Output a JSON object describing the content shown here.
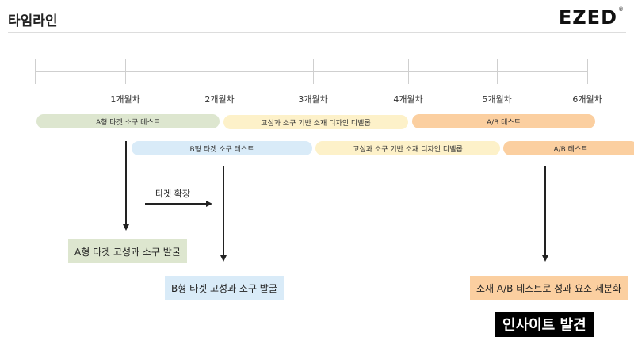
{
  "header": {
    "title": "타임라인",
    "logo": "EZED",
    "logo_mark": "®"
  },
  "timeline": {
    "months": [
      "1개월차",
      "2개월차",
      "3개월차",
      "4개월차",
      "5개월차",
      "6개월차"
    ]
  },
  "track_a": [
    {
      "label": "A형 타겟 소구 테스트",
      "color": "#dde6cf"
    },
    {
      "label": "고성과 소구 기반 소재 디자인 디벨롭",
      "color": "#fdf1c9"
    },
    {
      "label": "A/B 테스트",
      "color": "#fbcfa0"
    }
  ],
  "track_b": [
    {
      "label": "B형 타겟 소구 테스트",
      "color": "#d9ebf8"
    },
    {
      "label": "고성과 소구 기반 소재 디자인 디벨롭",
      "color": "#fdf1c9"
    },
    {
      "label": "A/B 테스트",
      "color": "#fbcfa0"
    }
  ],
  "annotations": {
    "target_expansion": "타겟 확장"
  },
  "results": {
    "a": "A형 타겟 고성과 소구 발굴",
    "b": "B형 타겟 고성과 소구 발굴",
    "ab": "소재 A/B 테스트로 성과 요소 세분화"
  },
  "insight": "인사이트 발견"
}
